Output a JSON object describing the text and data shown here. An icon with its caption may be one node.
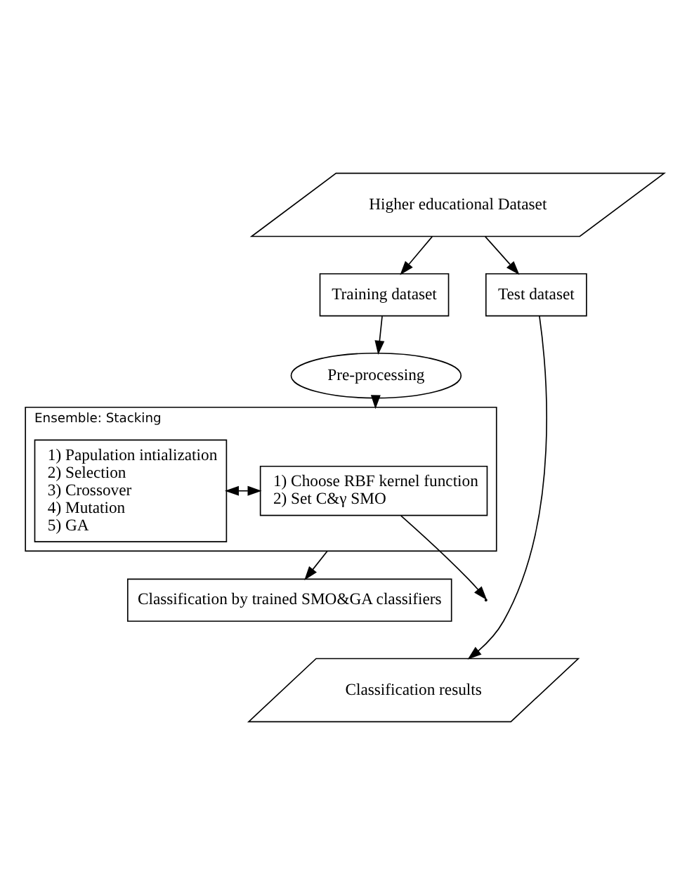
{
  "diagram": {
    "nodes": [
      {
        "text": [
          "Higher educational Dataset"
        ]
      },
      {
        "text": [
          "Training dataset"
        ]
      },
      {
        "text": [
          "Test dataset"
        ]
      },
      {
        "text": [
          "Pre-processing"
        ]
      },
      {
        "text": [
          "Ensemble: Stacking"
        ]
      },
      {
        "text": [
          "1) Choose RBF kernel function",
          "2) Set C&γ SMO"
        ],
        "in": 4
      },
      {
        "text": [
          "1) Papulation intialization",
          "2) Selection",
          "3) Crossover",
          "4) Mutation",
          "5) GA"
        ],
        "in": 4
      },
      {
        "text": [
          "Classification by trained SMO&GA classifiers"
        ]
      },
      {
        "text": [
          "Classification results"
        ]
      }
    ],
    "edges": [
      {
        "from": 0,
        "to": 1,
        "arrow": "to"
      },
      {
        "from": 0,
        "to": 2,
        "arrow": "to"
      },
      {
        "from": 1,
        "to": 3,
        "arrow": "to"
      },
      {
        "from": 3,
        "to": 4,
        "arrow": "to"
      },
      {
        "from": 5,
        "to": 6,
        "arrow": "both"
      },
      {
        "from": 5,
        "to": null,
        "arrow": "to"
      },
      {
        "from": 4,
        "to": 7,
        "arrow": "to"
      },
      {
        "from": 2,
        "to": 8,
        "arrow": "to"
      }
    ]
  }
}
